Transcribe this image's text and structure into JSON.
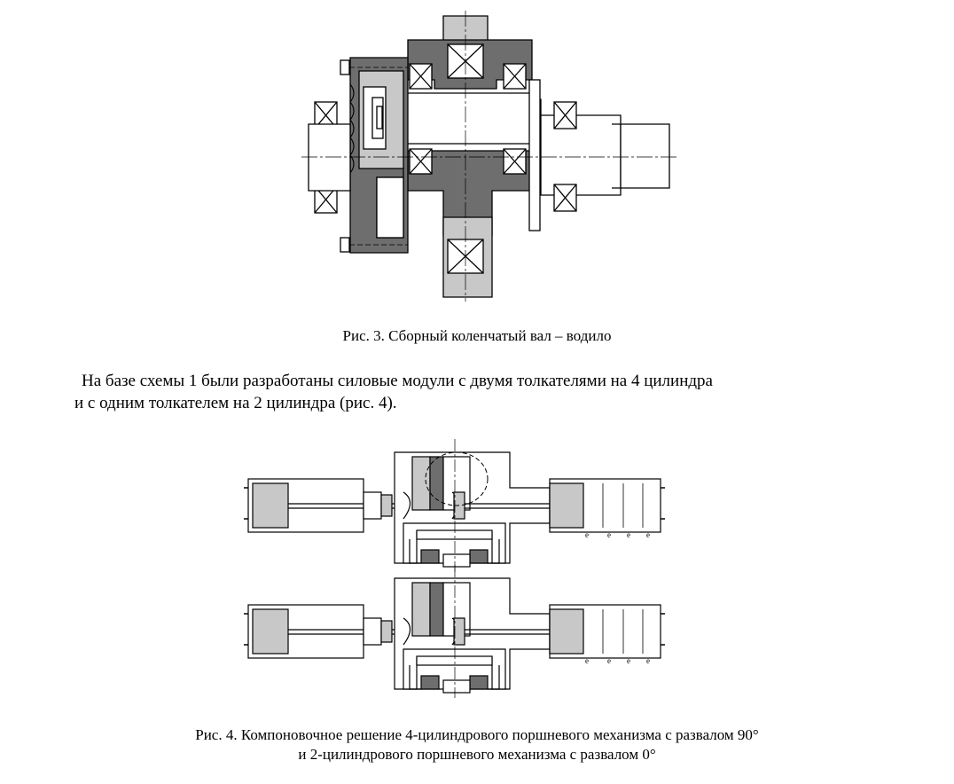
{
  "figure3": {
    "caption": "Рис. 3. Сборный коленчатый вал – водило"
  },
  "paragraph": {
    "line1": "На базе схемы 1 были разработаны силовые модули с двумя толкателями на 4 цилиндра",
    "line2": "и с одним толкателем на 2 цилиндра (рис. 4)."
  },
  "figure4": {
    "caption_line1": "Рис. 4. Компоновочное решение 4-цилиндрового поршневого механизма с развалом 90°",
    "caption_line2": "и 2-цилиндрового поршневого механизма с развалом 0°",
    "marker_glyph": "e"
  },
  "colors": {
    "dark_fill": "#6e6e6e",
    "light_fill": "#c8c8c8",
    "line": "#000000"
  }
}
